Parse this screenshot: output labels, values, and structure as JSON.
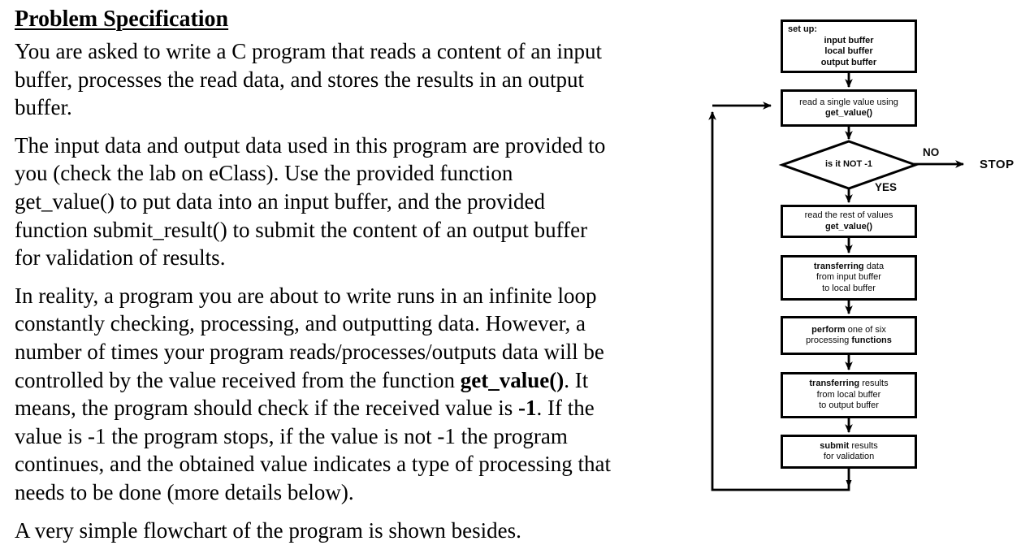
{
  "document": {
    "heading": "Problem Specification",
    "paragraphs": [
      [
        {
          "t": "You are asked to write a C program that reads a content of an input\nbuffer, processes the read data, and stores the results in an output\nbuffer.",
          "b": false
        }
      ],
      [
        {
          "t": "The input data and output data used in this program are provided to\nyou (check the lab on eClass). Use the provided function\nget_value() to put data into an input buffer, and the provided\nfunction submit_result() to submit the content of an output buffer\nfor validation of results.",
          "b": false
        }
      ],
      [
        {
          "t": "In reality, a program you are about to write runs in an infinite loop\nconstantly checking, processing, and outputting data. However, a\nnumber of times your program reads/processes/outputs data will be\ncontrolled by the value received from the function ",
          "b": false
        },
        {
          "t": "get_value()",
          "b": true
        },
        {
          "t": ". It\nmeans, the program should check if the received value is ",
          "b": false
        },
        {
          "t": "-1",
          "b": true
        },
        {
          "t": ". If the\nvalue is -1 the program stops, if the value is not -1 the program\ncontinues, and the obtained value indicates a type of processing that\nneeds to be done (more details below).",
          "b": false
        }
      ],
      [
        {
          "t": "A very simple flowchart of the program is shown besides.",
          "b": false
        }
      ]
    ]
  },
  "flowchart": {
    "boxes": [
      {
        "name": "setup-box",
        "first_line_left": true,
        "lines": [
          [
            {
              "t": "set up:",
              "b": true
            }
          ],
          [
            {
              "t": "input buffer",
              "b": true
            }
          ],
          [
            {
              "t": "local buffer",
              "b": true
            }
          ],
          [
            {
              "t": "output buffer",
              "b": true
            }
          ]
        ]
      },
      {
        "name": "read-single-value-box",
        "lines": [
          [
            {
              "t": "read a single value using",
              "b": false
            }
          ],
          [
            {
              "t": "get_value()",
              "b": true
            }
          ]
        ]
      },
      {
        "name": "read-rest-values-box",
        "lines": [
          [
            {
              "t": "read the rest of values",
              "b": false
            }
          ],
          [
            {
              "t": "get_value()",
              "b": true
            }
          ]
        ]
      },
      {
        "name": "transfer-data-box",
        "lines": [
          [
            {
              "t": "transferring",
              "b": true
            },
            {
              "t": " data",
              "b": false
            }
          ],
          [
            {
              "t": "from input buffer",
              "b": false
            }
          ],
          [
            {
              "t": "to local buffer",
              "b": false
            }
          ]
        ]
      },
      {
        "name": "perform-processing-box",
        "lines": [
          [
            {
              "t": "perform",
              "b": true
            },
            {
              "t": " one of six",
              "b": false
            }
          ],
          [
            {
              "t": "processing ",
              "b": false
            },
            {
              "t": "functions",
              "b": true
            }
          ]
        ]
      },
      {
        "name": "transfer-results-box",
        "lines": [
          [
            {
              "t": "transferring",
              "b": true
            },
            {
              "t": " results",
              "b": false
            }
          ],
          [
            {
              "t": "from local buffer",
              "b": false
            }
          ],
          [
            {
              "t": "to output buffer",
              "b": false
            }
          ]
        ]
      },
      {
        "name": "submit-results-box",
        "lines": [
          [
            {
              "t": "submit",
              "b": true
            },
            {
              "t": " results",
              "b": false
            }
          ],
          [
            {
              "t": "for validation",
              "b": false
            }
          ]
        ]
      }
    ],
    "decision": {
      "label": "is it NOT -1"
    },
    "labels": {
      "no": "NO",
      "yes": "YES",
      "stop": "STOP"
    }
  },
  "colors": {
    "ink": "#000000",
    "background": "#ffffff"
  }
}
